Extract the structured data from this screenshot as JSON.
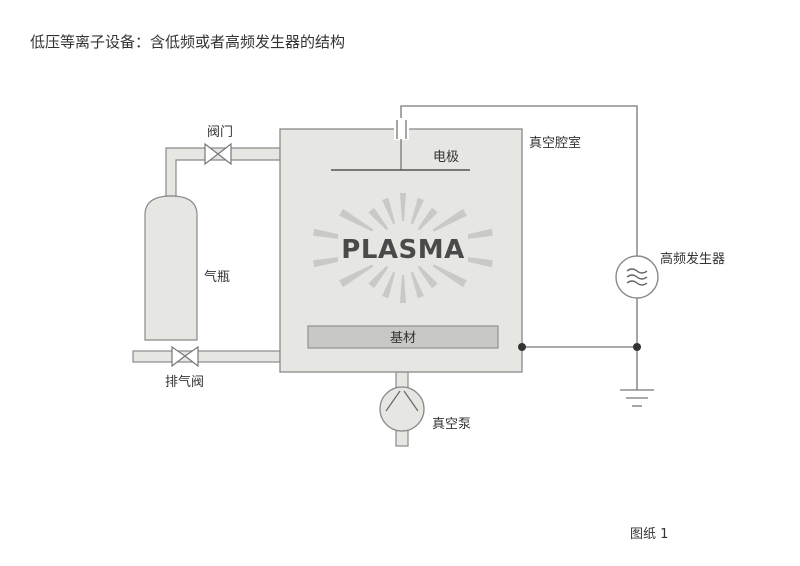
{
  "title": "低压等离子设备：含低频或者高频发生器的结构",
  "labels": {
    "valve": "阀门",
    "cylinder": "气瓶",
    "exhaust_valve": "排气阀",
    "electrode": "电极",
    "chamber": "真空腔室",
    "plasma": "PLASMA",
    "substrate": "基材",
    "pump": "真空泵",
    "generator": "高频发生器",
    "figure": "图纸 1"
  },
  "colors": {
    "chamber_fill": "#e6e6e2",
    "outline": "#8a8a8a",
    "substrate_fill": "#c8c8c4",
    "rays": "#c9c9c5",
    "wire": "#777777",
    "node": "#333333"
  },
  "icons": {
    "valve": "bowtie-valve-icon",
    "generator": "tilde-wave-icon",
    "pump": "pump-icon",
    "ground": "ground-icon"
  }
}
